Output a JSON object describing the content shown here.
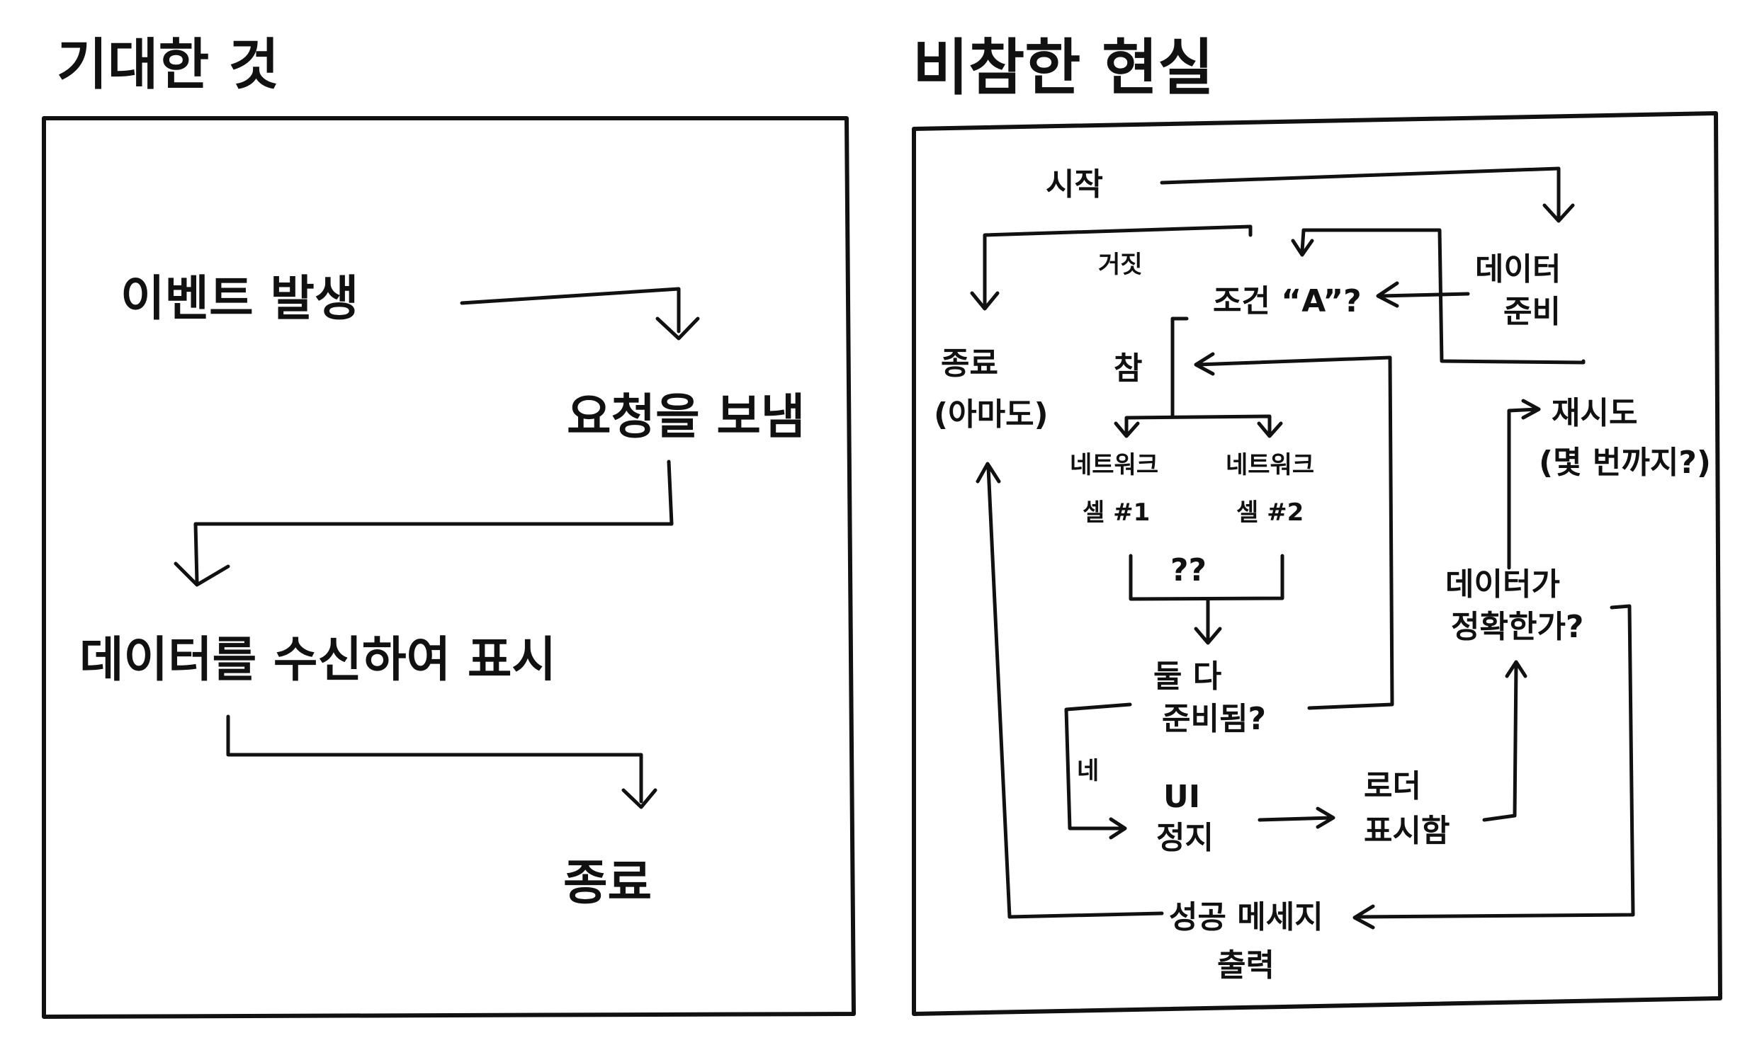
{
  "left_panel": {
    "title": "기대한 것",
    "steps": {
      "event": "이벤트 발생",
      "request": "요청을 보냄",
      "receive": "데이터를 수신하여 표시",
      "end": "종료"
    }
  },
  "right_panel": {
    "title": "비참한 현실",
    "nodes": {
      "start": "시작",
      "false_label": "거짓",
      "condition": "조건 “A”?",
      "data_ready_line1": "데이터",
      "data_ready_line2": "준비",
      "end_line1": "종료",
      "end_line2": "(아마도)",
      "true_label": "참",
      "retry_line1": "재시도",
      "retry_line2": "(몇 번까지?)",
      "cell1_line1": "네트워크",
      "cell1_line2": "셀 #1",
      "cell2_line1": "네트워크",
      "cell2_line2": "셀 #2",
      "unknown": "??",
      "both_ready_line1": "둘 다",
      "both_ready_line2": "준비됨?",
      "accurate_line1": "데이터가",
      "accurate_line2": "정확한가?",
      "yes_label": "네",
      "ui_freeze_line1": "UI",
      "ui_freeze_line2": "정지",
      "loader_line1": "로더",
      "loader_line2": "표시함",
      "success_line1": "성공 메세지",
      "success_line2": "출력"
    }
  }
}
